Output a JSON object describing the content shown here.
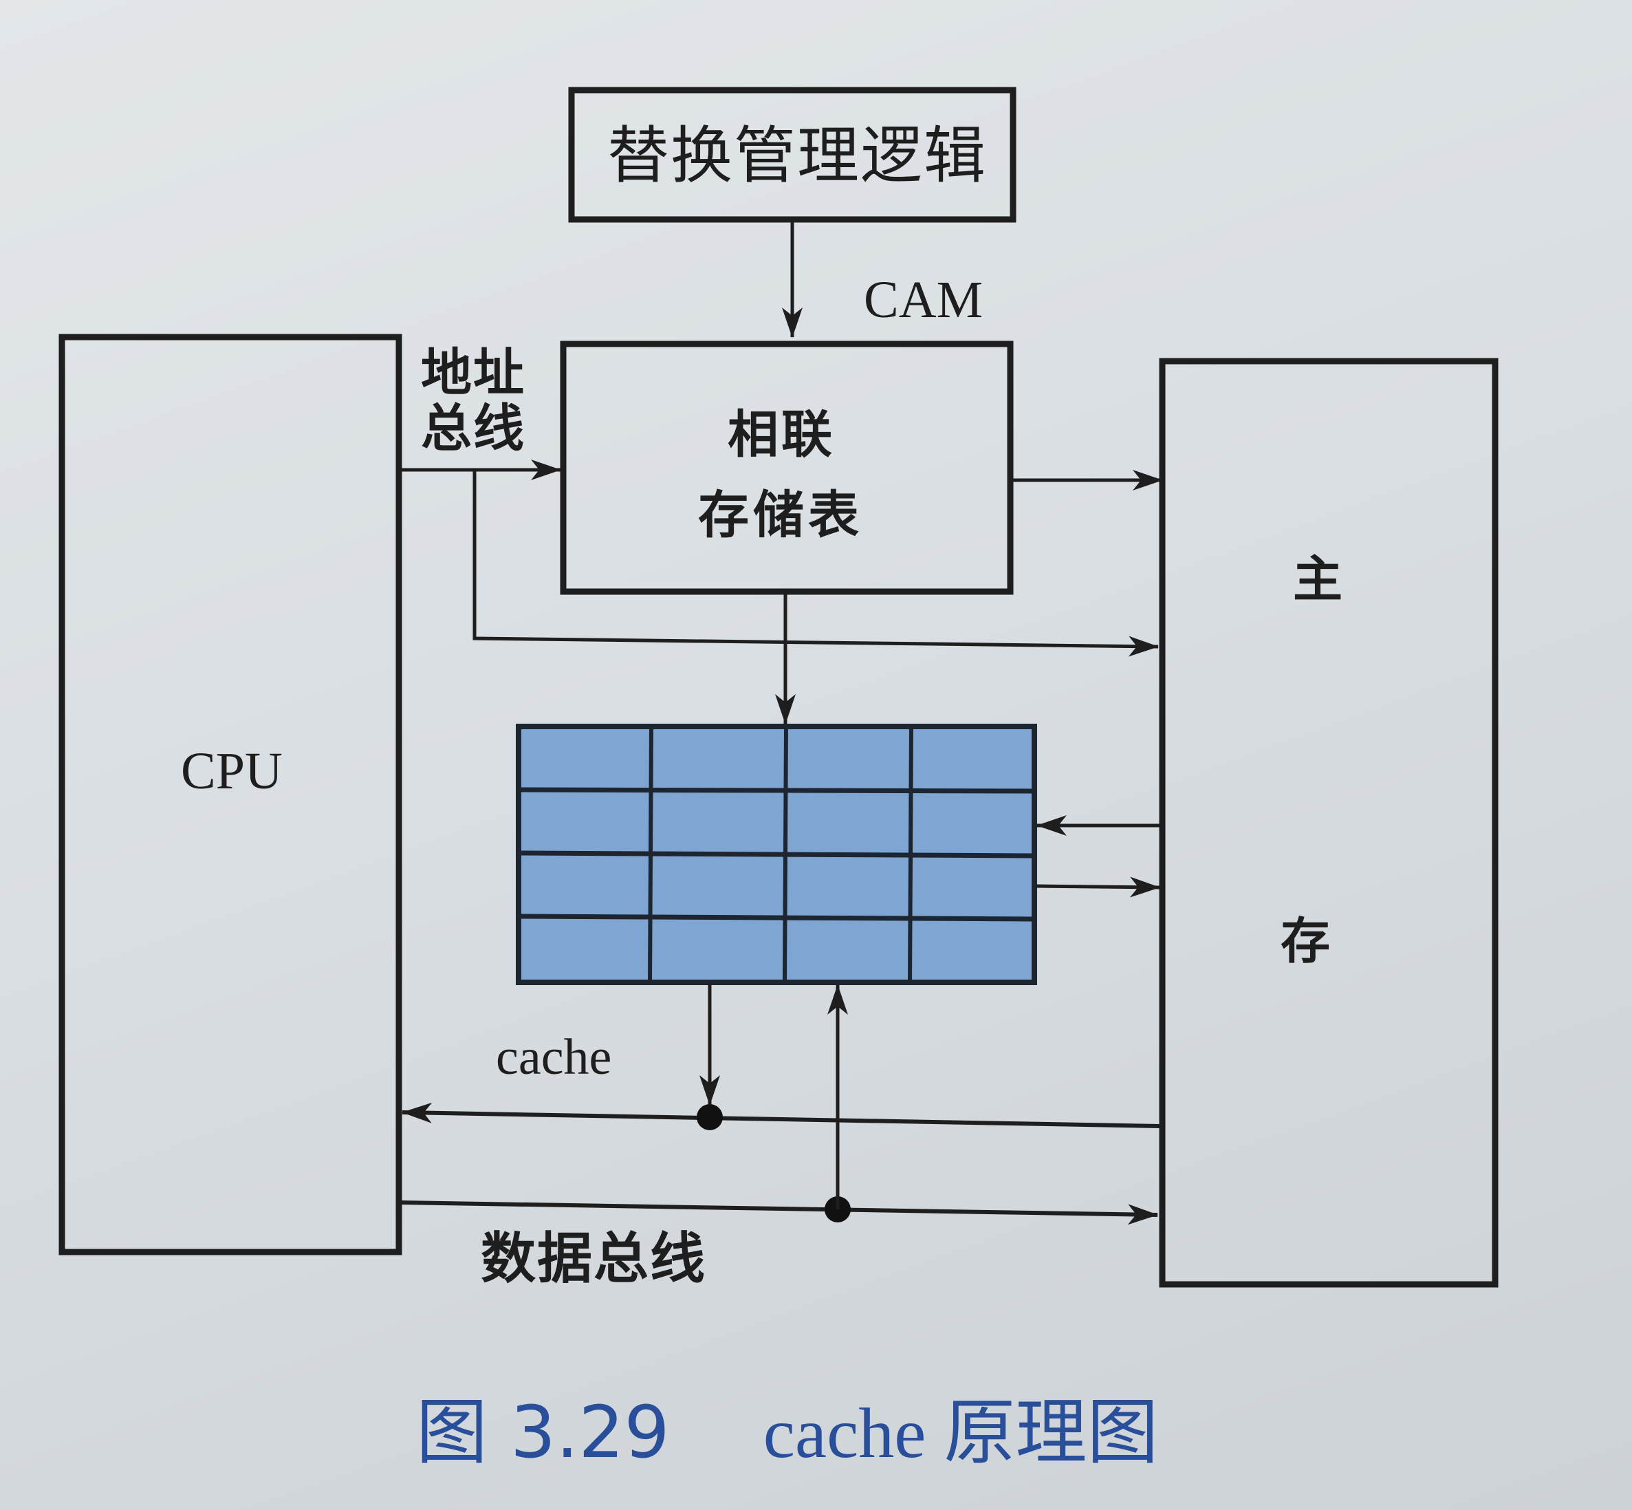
{
  "figure": {
    "caption_prefix": "图 3.29",
    "caption_title": "cache 原理图",
    "caption_color": "#2a4f9a"
  },
  "blocks": {
    "replacement_logic": "替换管理逻辑",
    "cam_label": "CAM",
    "associative_line1": "相联",
    "associative_line2": "存储表",
    "cpu": "CPU",
    "main_memory_line1": "主",
    "main_memory_line2": "存",
    "cache_label": "cache"
  },
  "buses": {
    "address_bus_line1": "地址",
    "address_bus_line2": "总线",
    "data_bus": "数据总线"
  },
  "cache_grid": {
    "rows": 4,
    "cols": 4,
    "fill_color": "#7fa6d2",
    "line_color": "#1c2530"
  },
  "colors": {
    "stroke": "#1e1e1e",
    "background": "#dde1e4"
  }
}
